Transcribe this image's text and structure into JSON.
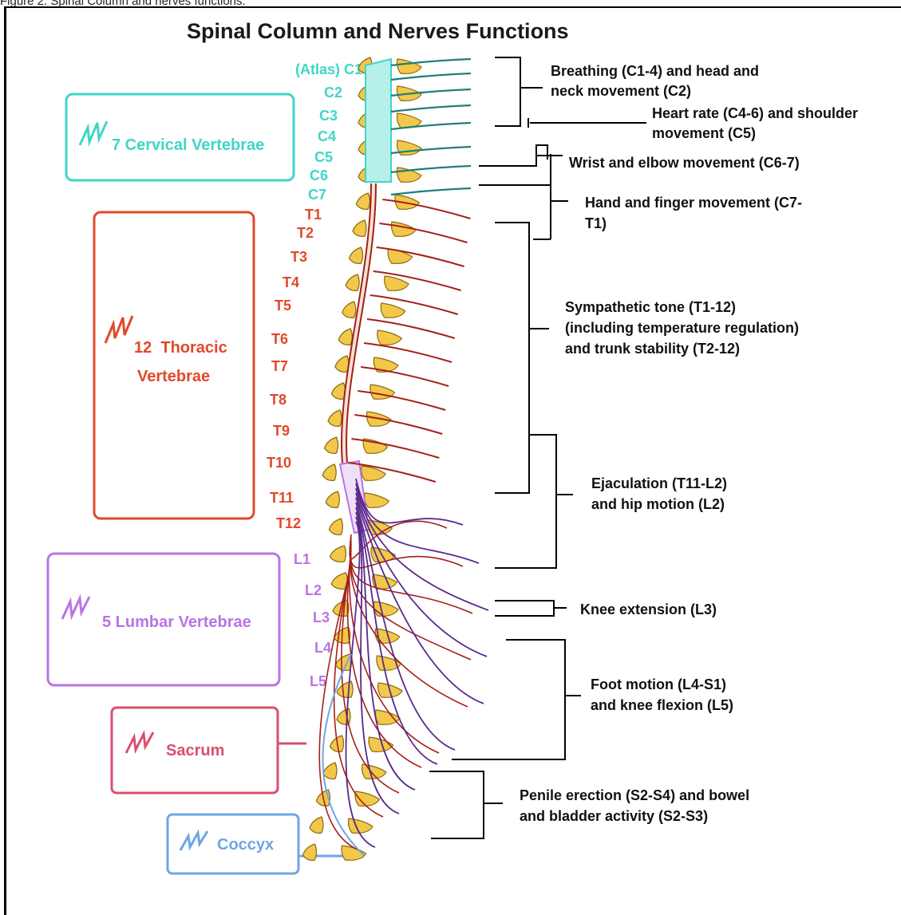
{
  "caption": "Figure 2. Spinal Column and nerves functions.",
  "title": "Spinal Column and Nerves Functions",
  "colors": {
    "cervical": "#3fd6c8",
    "thoracic": "#e0492a",
    "lumbar": "#b874e6",
    "sacrum": "#d94f6e",
    "coccyx": "#6fa6e6",
    "bone": "#f2c84b",
    "cord_thoracic": "#a52018",
    "nerve_lumbar": "#5a2a8a"
  },
  "regions": [
    {
      "id": "cervical",
      "label": "7 Cervical Vertebrae",
      "color": "#3fd6c8"
    },
    {
      "id": "thoracic",
      "label_line1": "12  Thoracic",
      "label_line2": "Vertebrae",
      "color": "#e0492a"
    },
    {
      "id": "lumbar",
      "label": "5 Lumbar Vertebrae",
      "color": "#b874e6"
    },
    {
      "id": "sacrum",
      "label": "Sacrum",
      "color": "#d94f6e"
    },
    {
      "id": "coccyx",
      "label": "Coccyx",
      "color": "#6fa6e6"
    }
  ],
  "vertebrae_labels": {
    "cervical": [
      "(Atlas) C1",
      "C2",
      "C3",
      "C4",
      "C5",
      "C6",
      "C7"
    ],
    "thoracic": [
      "T1",
      "T2",
      "T3",
      "T4",
      "T5",
      "T6",
      "T7",
      "T8",
      "T9",
      "T10",
      "T11",
      "T12"
    ],
    "lumbar": [
      "L1",
      "L2",
      "L3",
      "L4",
      "L5"
    ]
  },
  "functions": [
    {
      "lines": [
        "Breathing (C1-4) and head and",
        "neck movement (C2)"
      ]
    },
    {
      "lines": [
        "Heart rate (C4-6) and shoulder",
        "movement (C5)"
      ]
    },
    {
      "lines": [
        "Wrist and elbow movement (C6-7)"
      ]
    },
    {
      "lines": [
        "Hand and finger movement (C7-",
        "T1)"
      ]
    },
    {
      "lines": [
        "Sympathetic tone (T1-12)",
        "(including temperature regulation)",
        "and trunk stability (T2-12)"
      ]
    },
    {
      "lines": [
        "Ejaculation (T11-L2)",
        "and hip motion (L2)"
      ]
    },
    {
      "lines": [
        "Knee extension (L3)"
      ]
    },
    {
      "lines": [
        "Foot motion (L4-S1)",
        "and knee flexion (L5)"
      ]
    },
    {
      "lines": [
        "Penile erection (S2-S4) and bowel",
        "and bladder activity (S2-S3)"
      ]
    }
  ]
}
